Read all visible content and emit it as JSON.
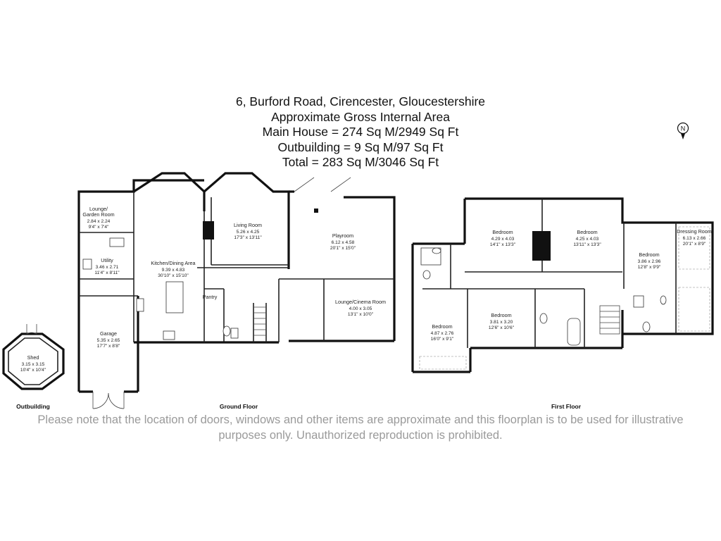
{
  "header": {
    "address": "6, Burford Road, Cirencester, Gloucestershire",
    "area_title": "Approximate Gross Internal Area",
    "main_house": "Main House = 274 Sq M/2949 Sq Ft",
    "outbuilding": "Outbuilding = 9 Sq M/97 Sq Ft",
    "total": "Total = 283 Sq M/3046 Sq Ft"
  },
  "compass": {
    "label": "N"
  },
  "floors": {
    "outbuilding": "Outbuilding",
    "ground": "Ground Floor",
    "first": "First Floor"
  },
  "rooms": {
    "shed": {
      "name": "Shed",
      "metric": "3.15 x 3.15",
      "imperial": "10'4\" x 10'4\""
    },
    "lounge_garden": {
      "name1": "Lounge/",
      "name2": "Garden Room",
      "metric": "2.84 x 2.24",
      "imperial": "9'4\" x 7'4\""
    },
    "utility": {
      "name": "Utility",
      "metric": "3.46 x 2.71",
      "imperial": "11'4\" x 8'11\""
    },
    "garage": {
      "name": "Garage",
      "metric": "5.35 x 2.65",
      "imperial": "17'7\" x 8'8\""
    },
    "kitchen": {
      "name": "Kitchen/Dining Area",
      "metric": "9.39 x 4.83",
      "imperial": "30'10\" x 15'10\""
    },
    "pantry": {
      "name": "Pantry"
    },
    "living": {
      "name": "Living Room",
      "metric": "5.26 x 4.25",
      "imperial": "17'3\" x 13'11\""
    },
    "playroom": {
      "name": "Playroom",
      "metric": "6.12 x 4.58",
      "imperial": "20'1\" x 15'0\""
    },
    "cinema": {
      "name": "Lounge/Cinema Room",
      "metric": "4.00 x 3.05",
      "imperial": "13'1\" x 10'0\""
    },
    "bed1": {
      "name": "Bedroom",
      "metric": "4.29 x 4.03",
      "imperial": "14'1\" x 13'3\""
    },
    "bed2": {
      "name": "Bedroom",
      "metric": "4.25 x 4.03",
      "imperial": "13'11\" x 13'3\""
    },
    "bed3": {
      "name": "Bedroom",
      "metric": "3.86 x 2.96",
      "imperial": "12'8\" x 9'9\""
    },
    "dressing": {
      "name": "Dressing Room",
      "metric": "6.13 x 2.66",
      "imperial": "20'1\" x 8'9\""
    },
    "bed4": {
      "name": "Bedroom",
      "metric": "4.87 x 2.76",
      "imperial": "16'0\" x 9'1\""
    },
    "bed5": {
      "name": "Bedroom",
      "metric": "3.81 x 3.20",
      "imperial": "12'6\" x 10'6\""
    }
  },
  "disclaimer": {
    "line1": "Please note that the location of doors, windows and other items are approximate and this floorplan is to be used for illustrative",
    "line2": "purposes only. Unauthorized reproduction is prohibited."
  }
}
